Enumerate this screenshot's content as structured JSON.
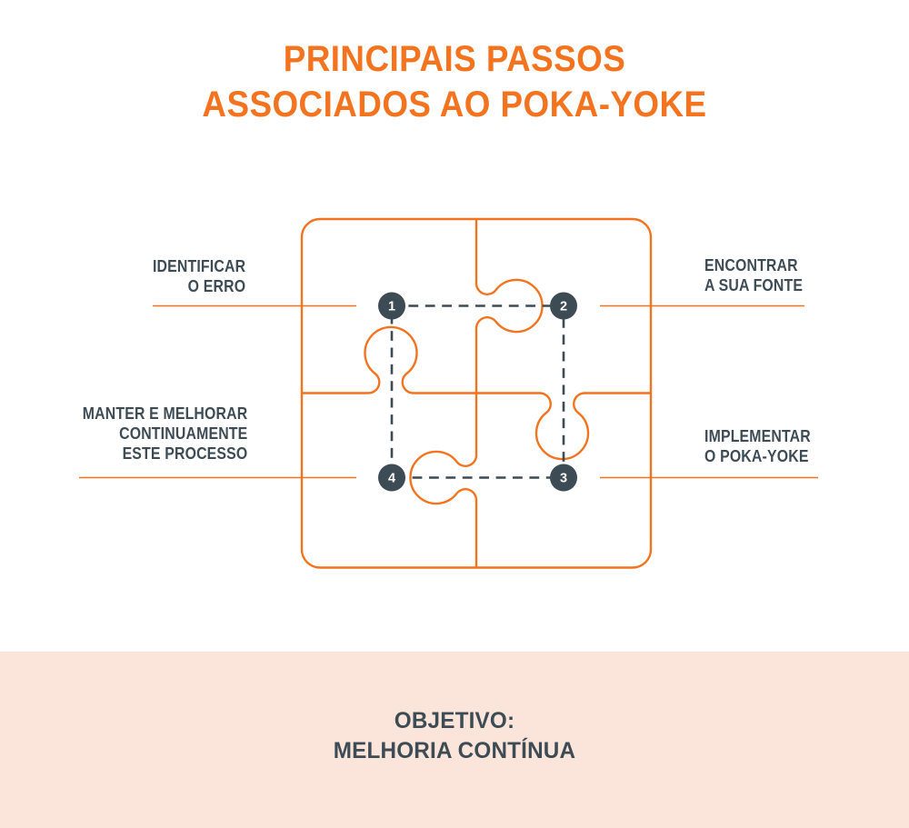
{
  "title": {
    "line1": "PRINCIPAIS PASSOS",
    "line2": "ASSOCIADOS AO POKA-YOKE"
  },
  "steps": [
    {
      "number": "1",
      "label_lines": [
        "IDENTIFICAR",
        "O ERRO"
      ]
    },
    {
      "number": "2",
      "label_lines": [
        "ENCONTRAR",
        "A SUA FONTE"
      ]
    },
    {
      "number": "3",
      "label_lines": [
        "IMPLEMENTAR",
        "O POKA-YOKE"
      ]
    },
    {
      "number": "4",
      "label_lines": [
        "MANTER E MELHORAR",
        "CONTINUAMENTE",
        "ESTE PROCESSO"
      ]
    }
  ],
  "objective": {
    "line1": "OBJETIVO:",
    "line2": "MELHORIA CONTÍNUA"
  },
  "colors": {
    "accent_orange": "#f4731f",
    "dark_slate": "#3d4b54",
    "band_peach": "#fbe5da",
    "background": "#ffffff",
    "number_text": "#ffffff"
  }
}
